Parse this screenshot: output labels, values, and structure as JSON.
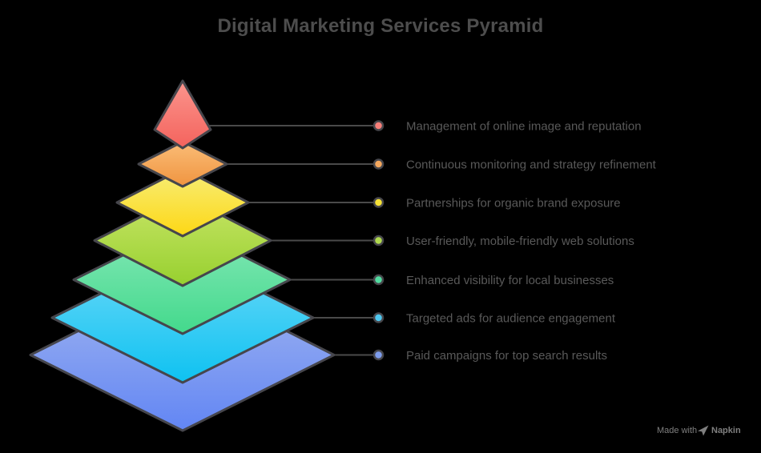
{
  "title": "Digital Marketing Services Pyramid",
  "colors": {
    "background": "#000000",
    "title": "#4d4d4d",
    "label": "#595959",
    "line": "#4a4a4a",
    "shape_stroke": "#46464c",
    "dot_stroke": "#47474c",
    "watermark": "#7f7f7f"
  },
  "levels": [
    {
      "label": "Management of online image and reputation",
      "color_top": "#fb958d",
      "color_bottom": "#f4635d",
      "dot_color": "#f8807a"
    },
    {
      "label": "Continuous monitoring and strategy refinement",
      "color_top": "#fabd77",
      "color_bottom": "#f09440",
      "dot_color": "#f5a85e"
    },
    {
      "label": "Partnerships for organic brand exposure",
      "color_top": "#f7ee79",
      "color_bottom": "#fdd714",
      "dot_color": "#f6e236"
    },
    {
      "label": "User-friendly, mobile-friendly web solutions",
      "color_top": "#c8e567",
      "color_bottom": "#97d02f",
      "dot_color": "#b0d94e"
    },
    {
      "label": "Enhanced visibility for local businesses",
      "color_top": "#86e8b8",
      "color_bottom": "#43d98c",
      "dot_color": "#52dca0"
    },
    {
      "label": "Targeted ads for audience engagement",
      "color_top": "#6fd9f8",
      "color_bottom": "#0ec2f1",
      "dot_color": "#4fc8ef"
    },
    {
      "label": "Paid campaigns for top search results",
      "color_top": "#a3b6ef",
      "color_bottom": "#6286f4",
      "dot_color": "#7d9cec"
    }
  ],
  "footer": {
    "made_with": "Made with",
    "brand": "Napkin"
  }
}
